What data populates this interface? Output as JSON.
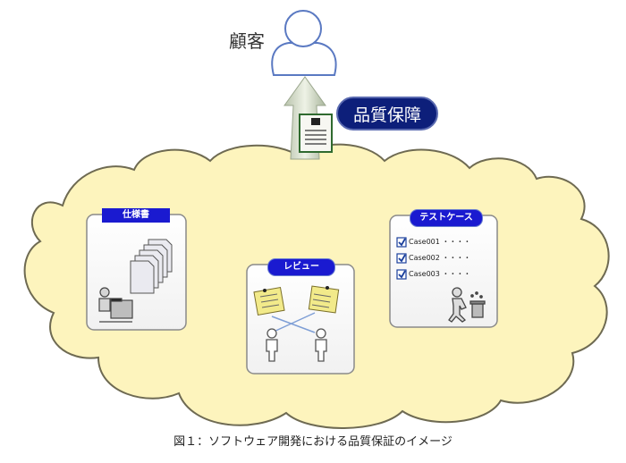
{
  "customer": {
    "label": "顧客"
  },
  "quality_assurance": {
    "label": "品質保障"
  },
  "spec_panel": {
    "title": "仕様書"
  },
  "review_panel": {
    "title": "レビュー"
  },
  "test_panel": {
    "title": "テストケース",
    "cases": [
      {
        "label": "Case001 ・・・・",
        "checked": true
      },
      {
        "label": "Case002 ・・・・",
        "checked": true
      },
      {
        "label": "Case003 ・・・・",
        "checked": true
      }
    ]
  },
  "caption": "図１：ソフトウェア開発における品質保証のイメージ",
  "colors": {
    "cloud_fill": "#fdf4bd",
    "cloud_stroke": "#6e6a52",
    "pill_fill": "#0d1f7a",
    "tag_fill": "#1a1ad0",
    "arrow_fill": "#d6dfc9",
    "person_stroke": "#5a79c2"
  }
}
